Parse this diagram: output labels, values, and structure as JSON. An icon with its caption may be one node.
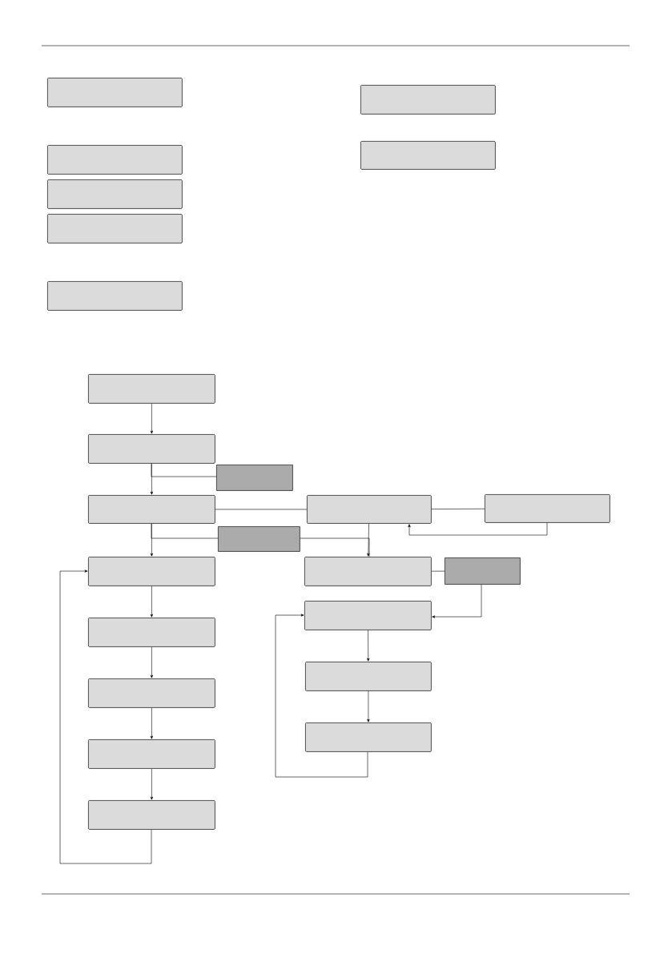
{
  "diagram": {
    "nodes": [
      {
        "text": [],
        "shape": "box"
      },
      {
        "text": [],
        "shape": "box"
      },
      {
        "text": [],
        "shape": "box"
      },
      {
        "text": [],
        "shape": "box"
      },
      {
        "text": [],
        "shape": "box"
      },
      {
        "text": [],
        "shape": "box"
      },
      {
        "text": [],
        "shape": "box"
      },
      {
        "text": [],
        "shape": "box"
      },
      {
        "text": [],
        "shape": "box"
      },
      {
        "text": [],
        "shape": "box"
      },
      {
        "text": [],
        "shape": "box"
      },
      {
        "text": [],
        "shape": "box"
      },
      {
        "text": [],
        "shape": "box"
      },
      {
        "text": [],
        "shape": "box"
      },
      {
        "text": [],
        "shape": "box"
      },
      {
        "text": [],
        "shape": "box"
      },
      {
        "text": [],
        "shape": "box"
      },
      {
        "text": [],
        "shape": "box"
      },
      {
        "text": [],
        "shape": "box"
      },
      {
        "text": [],
        "shape": "box"
      },
      {
        "text": [],
        "shape": "box"
      },
      {
        "text": [],
        "shape": "box"
      },
      {
        "text": [],
        "shape": "box"
      },
      {
        "text": [],
        "shape": "box"
      }
    ],
    "edges": [
      {
        "from": 7,
        "to": 8,
        "arrow": "to"
      },
      {
        "from": 8,
        "to": 10,
        "arrow": "to"
      },
      {
        "from": 8,
        "to": 9,
        "arrow": "none"
      },
      {
        "from": 10,
        "to": 14,
        "arrow": "to"
      },
      {
        "from": 10,
        "to": 11,
        "arrow": "none"
      },
      {
        "from": 11,
        "to": 12,
        "arrow": "none"
      },
      {
        "from": 12,
        "to": 11,
        "arrow": "to"
      },
      {
        "from": 11,
        "to": 15,
        "arrow": "to"
      },
      {
        "from": 10,
        "to": 13,
        "arrow": "none"
      },
      {
        "from": 13,
        "to": 15,
        "arrow": "none"
      },
      {
        "from": 15,
        "to": 16,
        "arrow": "none"
      },
      {
        "from": 16,
        "to": 17,
        "arrow": "to"
      },
      {
        "from": 14,
        "to": 18,
        "arrow": "to"
      },
      {
        "from": 18,
        "to": 20,
        "arrow": "to"
      },
      {
        "from": 20,
        "to": 22,
        "arrow": "to"
      },
      {
        "from": 22,
        "to": 23,
        "arrow": "to"
      },
      {
        "from": 23,
        "to": 14,
        "arrow": "to"
      },
      {
        "from": 17,
        "to": 19,
        "arrow": "to"
      },
      {
        "from": 19,
        "to": 21,
        "arrow": "to"
      },
      {
        "from": 21,
        "to": 17,
        "arrow": "to"
      }
    ]
  }
}
